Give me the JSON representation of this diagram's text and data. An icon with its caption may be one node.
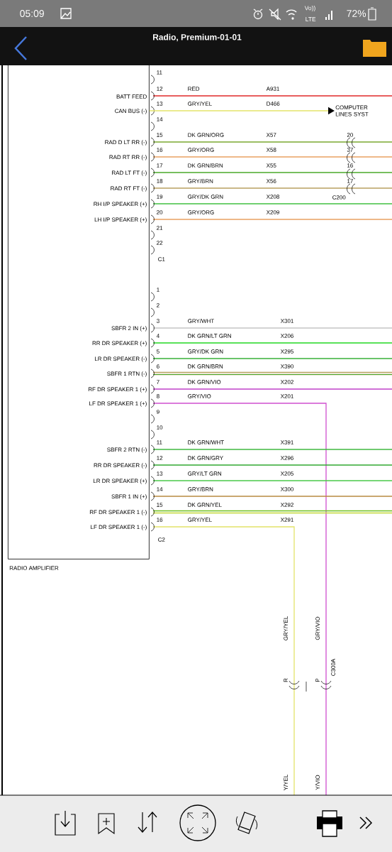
{
  "diagram": {
    "title": "Radio, Premium-01-01",
    "nodes": [
      {
        "text": [
          "RADIO AMPLIFIER"
        ]
      },
      {
        "text": [
          "COMPUTER LINES SYST"
        ]
      }
    ],
    "edges": [
      {
        "from": 0,
        "to": 1,
        "arrow": "to",
        "color": "#e4e46a"
      }
    ],
    "labels": [
      "05:09",
      "Vo))",
      "LTE",
      "72%",
      "11",
      "12",
      "RED",
      "A931",
      "BATT FEED",
      "13",
      "GRY/YEL",
      "D466",
      "CAN BUS (-)",
      "14",
      "15",
      "DK GRN/ORG",
      "X57",
      "20",
      "RAD D LT RR (-)",
      "16",
      "GRY/ORG",
      "X58",
      "37",
      "RAD RT RR (-)",
      "17",
      "DK GRN/BRN",
      "X55",
      "16",
      "RAD LT FT (-)",
      "18",
      "GRY/BRN",
      "X56",
      "17",
      "RAD RT FT (-)",
      "19",
      "GRY/DK GRN",
      "X208",
      "RH I/P SPEAKER (+)",
      "C200",
      "20",
      "GRY/ORG",
      "X209",
      "LH I/P SPEAKER (+)",
      "21",
      "22",
      "C1",
      "1",
      "2",
      "3",
      "GRY/WHT",
      "X301",
      "SBFR 2 IN (+)",
      "4",
      "DK GRN/LT GRN",
      "X206",
      "RR DR SPEAKER (+)",
      "5",
      "GRY/DK GRN",
      "X295",
      "LR DR SPEAKER (-)",
      "6",
      "DK GRN/BRN",
      "X390",
      "SBFR 1 RTN (-)",
      "7",
      "DK GRN/VIO",
      "X202",
      "RF DR SPEAKER 1 (+)",
      "8",
      "GRY/VIO",
      "X201",
      "LF DR SPEAKER 1 (+)",
      "9",
      "10",
      "11",
      "DK GRN/WHT",
      "X391",
      "SBFR 2 RTN (-)",
      "12",
      "DK GRN/GRY",
      "X296",
      "RR DR SPEAKER (-)",
      "13",
      "GRY/LT GRN",
      "X205",
      "LR DR SPEAKER (+)",
      "14",
      "GRY/BRN",
      "X300",
      "SBFR 1 IN (+)",
      "15",
      "DK GRN/YEL",
      "X292",
      "RF DR SPEAKER 1 (-)",
      "16",
      "GRY/YEL",
      "X291",
      "LF DR SPEAKER 1 (-)",
      "C2",
      "GRY/YEL",
      "R",
      "GRY/VIO",
      "P",
      "C300A",
      "Y/YEL",
      "Y/VIO"
    ]
  }
}
